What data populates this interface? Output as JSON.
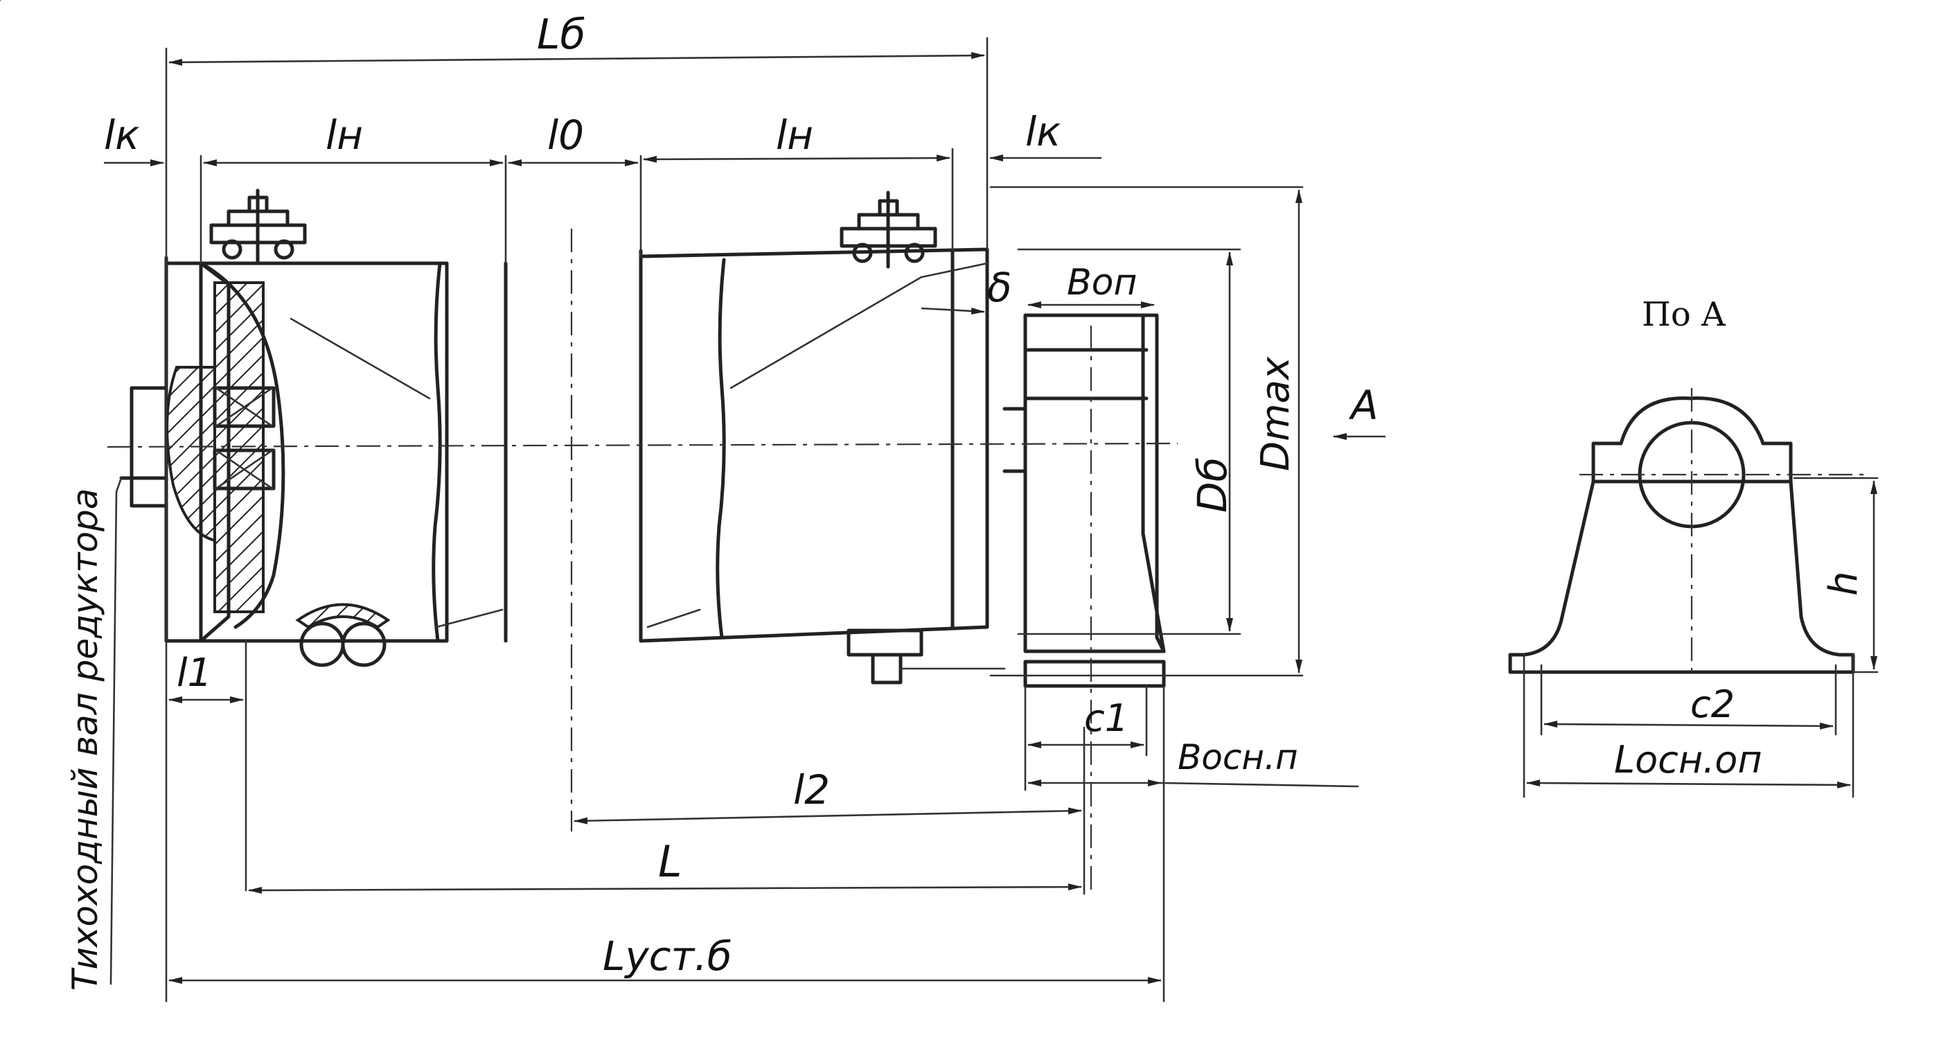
{
  "labels": {
    "L_b": "Lб",
    "l_k_left": "lк",
    "l_n_left": "lн",
    "l_0": "l0",
    "l_n_right": "lн",
    "l_k_right": "lк",
    "delta": "δ",
    "B_op": "Bоп",
    "D_b": "Dб",
    "D_max": "Dmax",
    "arrow_A": "A",
    "l_1": "l1",
    "c_1": "c1",
    "B_osn_p": "Bосн.п",
    "l_2": "l2",
    "L": "L",
    "L_ust_b": "Lуст.б",
    "shaft_caption": "Тихоходный вал редуктора",
    "view_title": "По A",
    "h": "h",
    "c_2": "c2",
    "L_osn_op": "Lосн.оп"
  }
}
